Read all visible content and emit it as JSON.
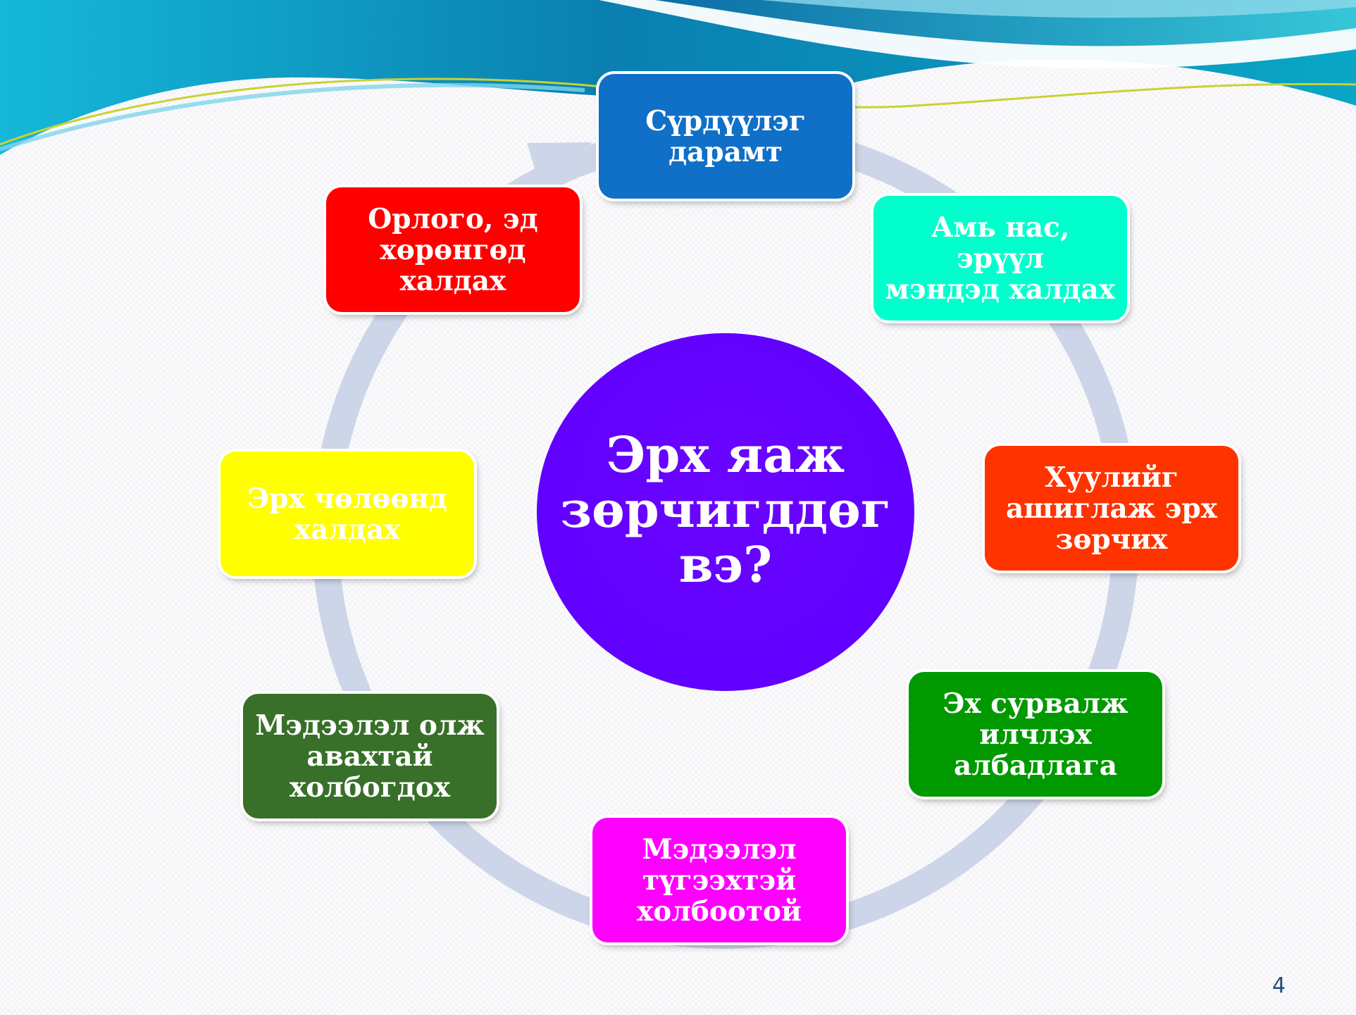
{
  "center": {
    "label": "Эрх яаж\nзөрчигддөг\nвэ?",
    "color": "#6100ff"
  },
  "nodes": [
    {
      "label": "Сүрдүүлэг\nдарамт",
      "color": "#1070c8"
    },
    {
      "label": "Амь нас, эрүүл\nмэндэд халдах",
      "color": "#00ffcc"
    },
    {
      "label": "Хуулийг\nашиглаж эрх\nзөрчих",
      "color": "#ff3300"
    },
    {
      "label": "Эх сурвалж\nилчлэх\nалбадлага",
      "color": "#009900"
    },
    {
      "label": "Мэдээлэл\nтүгээхтэй\nхолбоотой",
      "color": "#ff00ff"
    },
    {
      "label": "Мэдээлэл олж\nавахтай\nхолбогдох",
      "color": "#38702a"
    },
    {
      "label": "Эрх чөлөөнд\nхалдах",
      "color": "#ffff00"
    },
    {
      "label": "Орлого, эд\nхөрөнгөд халдах",
      "color": "#ff0000"
    }
  ],
  "cycle_arrow_color": "#cdd5e9",
  "page_number": "4"
}
